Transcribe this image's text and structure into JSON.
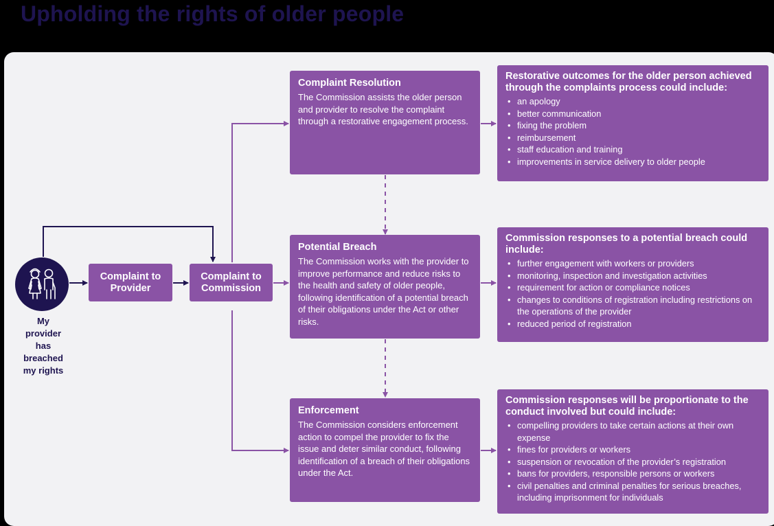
{
  "title": "Upholding the rights of older people",
  "person": {
    "label": "My provider has breached my rights",
    "icon": "older-people-icon"
  },
  "complaint_to_provider": {
    "line1": "Complaint to",
    "line2": "Provider"
  },
  "complaint_to_commission": {
    "line1": "Complaint to",
    "line2": "Commission"
  },
  "complaint_resolution": {
    "title": "Complaint Resolution",
    "body": "The Commission assists the older person and provider to resolve the complaint through a restorative engagement process."
  },
  "potential_breach": {
    "title": "Potential Breach",
    "body": "The Commission works with the provider to improve performance and reduce risks to the health and safety of older people, following identification of a potential breach of their obligations under the Act or other risks."
  },
  "enforcement": {
    "title": "Enforcement",
    "body": "The Commission considers enforcement action to compel the provider to fix the issue and deter similar conduct, following identification of a breach of their obligations under the Act."
  },
  "resolution_outcomes": {
    "heading": "Restorative outcomes for the older person achieved through the complaints process could include:",
    "items": [
      "an apology",
      "better communication",
      "fixing the problem",
      "reimbursement",
      "staff education and training",
      "improvements in service delivery to older people"
    ]
  },
  "breach_responses": {
    "heading": "Commission responses to a potential breach could include:",
    "items": [
      "further engagement with workers or providers",
      "monitoring, inspection and investigation activities",
      "requirement for action or compliance notices",
      "changes to conditions of registration including restrictions on the operations of the provider",
      "reduced period of registration"
    ]
  },
  "enforcement_responses": {
    "heading": "Commission responses will be proportionate to the conduct involved but could include:",
    "items": [
      "compelling providers to take certain actions at their own expense",
      "fines for providers or workers",
      "suspension or revocation of the provider’s registration",
      "bans for providers, responsible persons or workers",
      "civil penalties and criminal penalties for serious breaches, including imprisonment for individuals"
    ]
  },
  "colors": {
    "box": "#8a53a5",
    "dark": "#1e1450",
    "line": "#8a53a5",
    "background": "#f2f2f4"
  }
}
